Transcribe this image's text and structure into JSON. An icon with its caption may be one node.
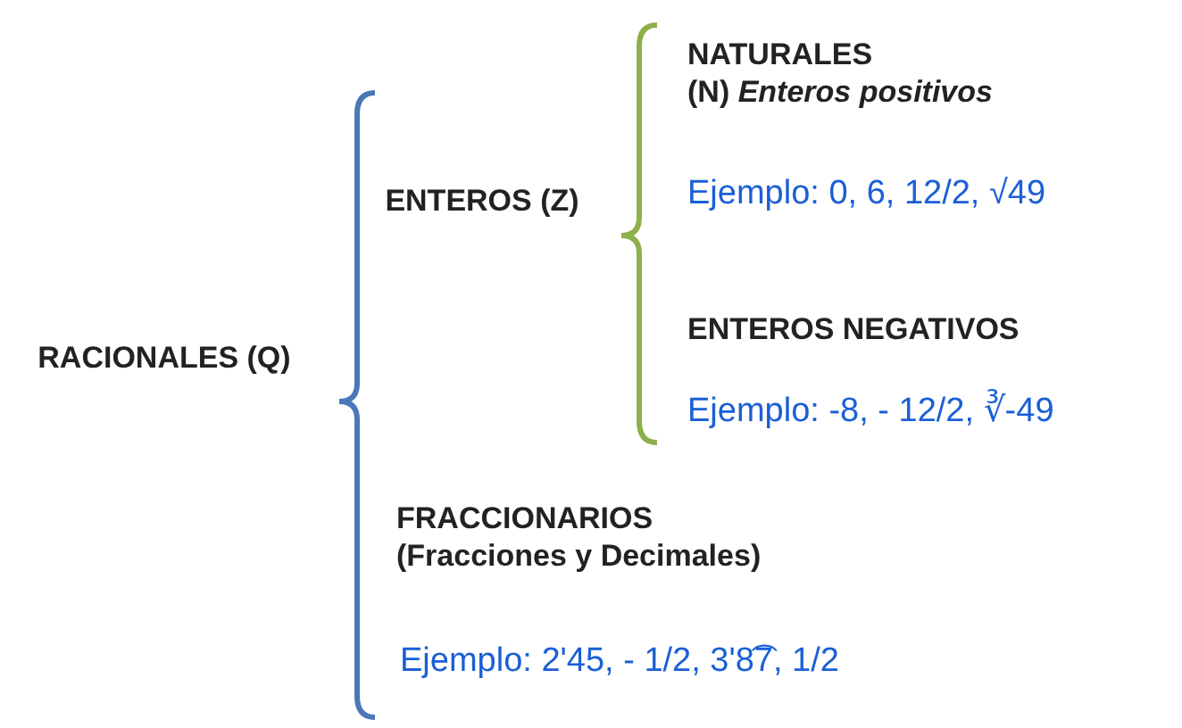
{
  "diagram": {
    "nodes": [
      {
        "text": [
          "RACIONALES (Q)"
        ]
      },
      {
        "text": [
          "ENTEROS (Z)"
        ]
      },
      {
        "text": [
          "NATURALES",
          "(N) *Enteros positivos*"
        ],
        "beside": [
          "Ejemplo: 0, 6, 12/2, √49"
        ]
      },
      {
        "text": [
          "ENTEROS NEGATIVOS"
        ],
        "beside": [
          "Ejemplo: -8, - 12/2, ∛-49"
        ]
      },
      {
        "text": [
          "FRACCIONARIOS",
          "(Fracciones y Decimales)"
        ],
        "beside": [
          "Ejemplo: 2'45, - 1/2, 3'8͡7, 1/2"
        ]
      }
    ]
  }
}
